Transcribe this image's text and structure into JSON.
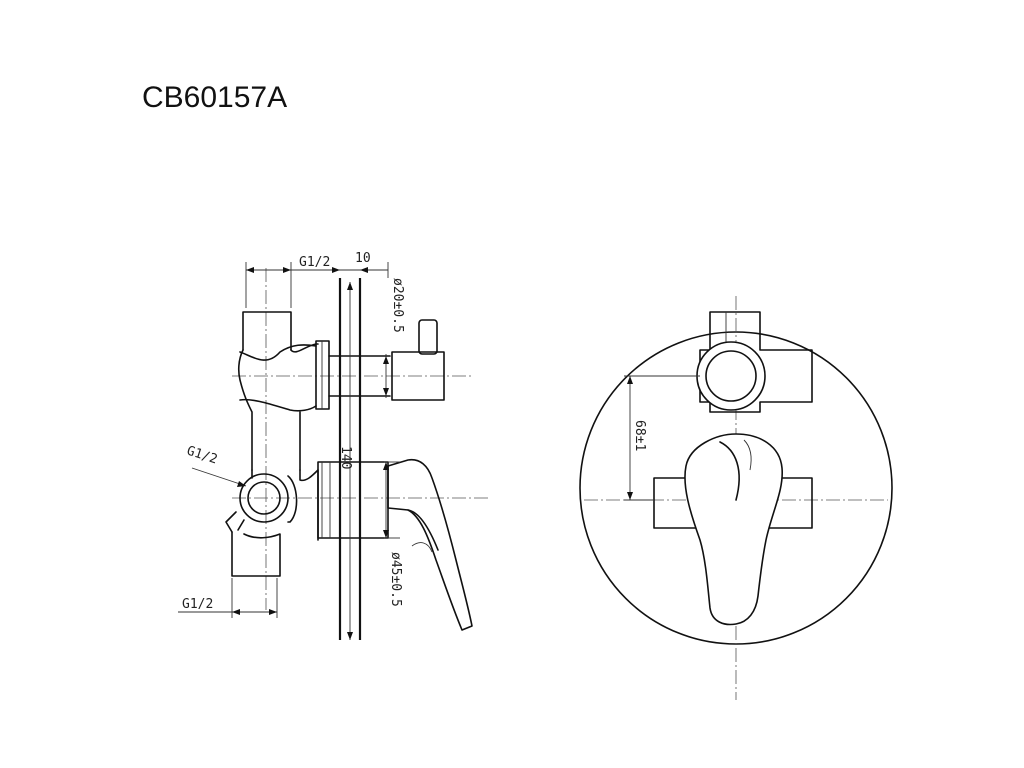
{
  "title": "CB60157A",
  "dimensions": {
    "g_top": "G1/2",
    "ten": "10",
    "d20": "ø20±0.5",
    "g_left": "G1/2",
    "d140": "140",
    "g_bottom": "G1/2",
    "d45": "ø45±0.5",
    "d68": "68±1"
  }
}
